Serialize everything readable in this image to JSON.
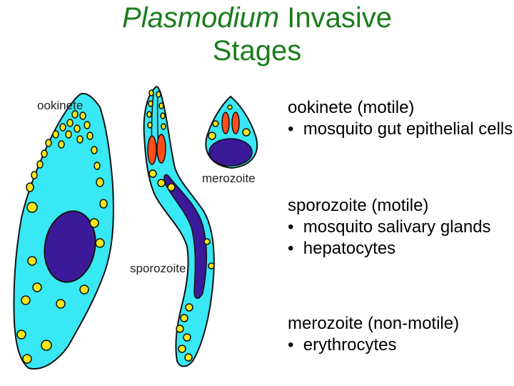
{
  "title": {
    "italic": "Plasmodium",
    "rest": " Invasive",
    "line2": "Stages"
  },
  "labels": {
    "ookinete": "ookinete",
    "sporozoite": "sporozoite",
    "merozoite": "merozoite"
  },
  "text_blocks": [
    {
      "heading": "ookinete (motile)",
      "bullets": [
        "mosquito gut epithelial cells"
      ]
    },
    {
      "heading": "sporozoite (motile)",
      "bullets": [
        "mosquito salivary glands",
        "hepatocytes"
      ]
    },
    {
      "heading": "merozoite (non-motile)",
      "bullets": [
        "erythrocytes"
      ]
    }
  ],
  "colors": {
    "title": "#1a7d1a",
    "cell": "#38e8f5",
    "nucleus": "#3a1a99",
    "rhoptry": "#ff4d1a",
    "granule": "#f5e61a"
  }
}
